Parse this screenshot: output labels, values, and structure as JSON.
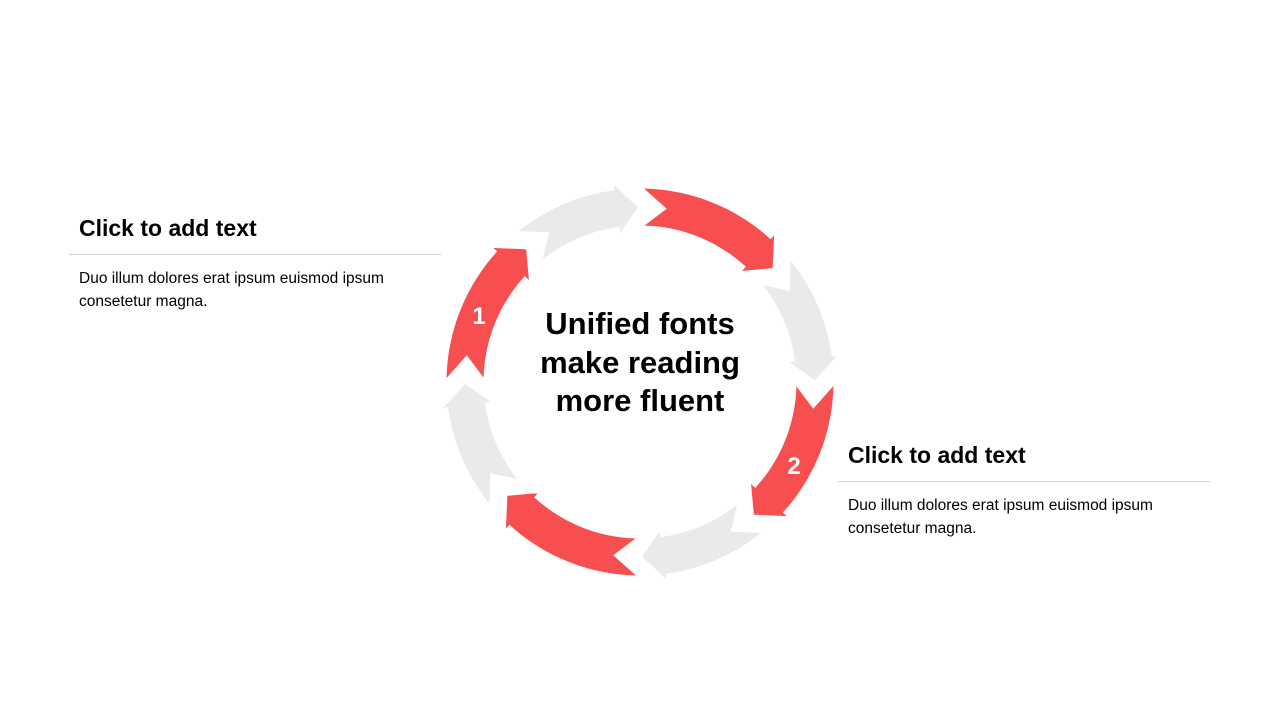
{
  "center_text": "Unified fonts make reading more fluent",
  "cycle": {
    "labels": [
      "1",
      "2"
    ],
    "colors": {
      "accent": "#F74F4F",
      "neutral": "#E9EAEC"
    }
  },
  "blocks": [
    {
      "title": "Click to add text",
      "body": "Duo illum dolores erat ipsum euismod ipsum consetetur magna."
    },
    {
      "title": "Click to add text",
      "body": "Duo illum dolores erat ipsum euismod ipsum consetetur magna."
    }
  ]
}
